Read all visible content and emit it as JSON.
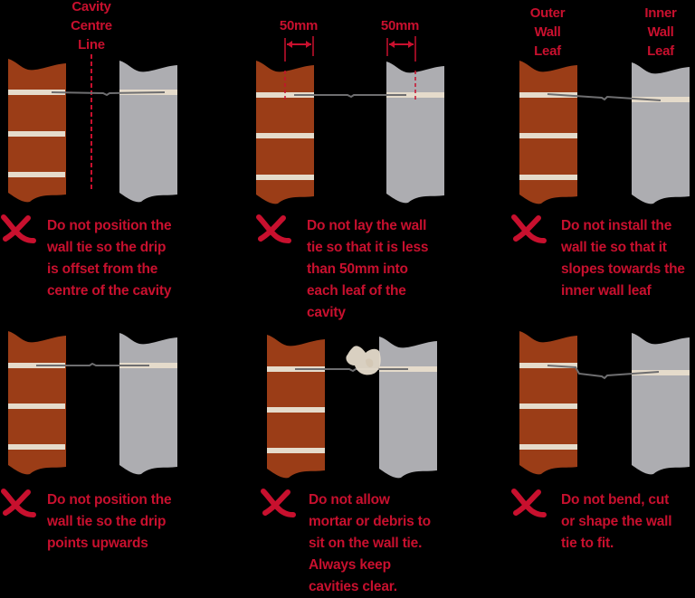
{
  "colors": {
    "background": "#000000",
    "outer_leaf_brick": "#9b3d17",
    "inner_leaf_block": "#adadb1",
    "mortar": "#e5dbcb",
    "wall_tie": "#6e6e70",
    "accent_red": "#c8102e"
  },
  "panels": [
    {
      "id": "drip-offset",
      "labels": [
        "Cavity\nCentre\nLine"
      ],
      "caption": "Do not position the\nwall tie so the drip\nis offset from the\ncentre of the cavity"
    },
    {
      "id": "less-than-50mm",
      "labels": [
        "50mm",
        "50mm"
      ],
      "caption": "Do not lay the wall\ntie so that it is less\nthan 50mm into\neach leaf of the\ncavity"
    },
    {
      "id": "slopes-inner",
      "labels": [
        "Outer\nWall\nLeaf",
        "Inner\nWall\nLeaf"
      ],
      "caption": "Do not install the\nwall tie so that it\nslopes towards the\ninner wall leaf"
    },
    {
      "id": "drip-upwards",
      "labels": [],
      "caption": "Do not position the\nwall tie so the drip\npoints upwards"
    },
    {
      "id": "mortar-debris",
      "labels": [],
      "caption": "Do not allow\nmortar or debris to\nsit on the wall tie.\nAlways keep\ncavities clear."
    },
    {
      "id": "bend-cut-shape",
      "labels": [],
      "caption": "Do not bend, cut\nor shape the wall\ntie to fit."
    }
  ],
  "icons": {
    "cross": "x-mark-icon"
  }
}
